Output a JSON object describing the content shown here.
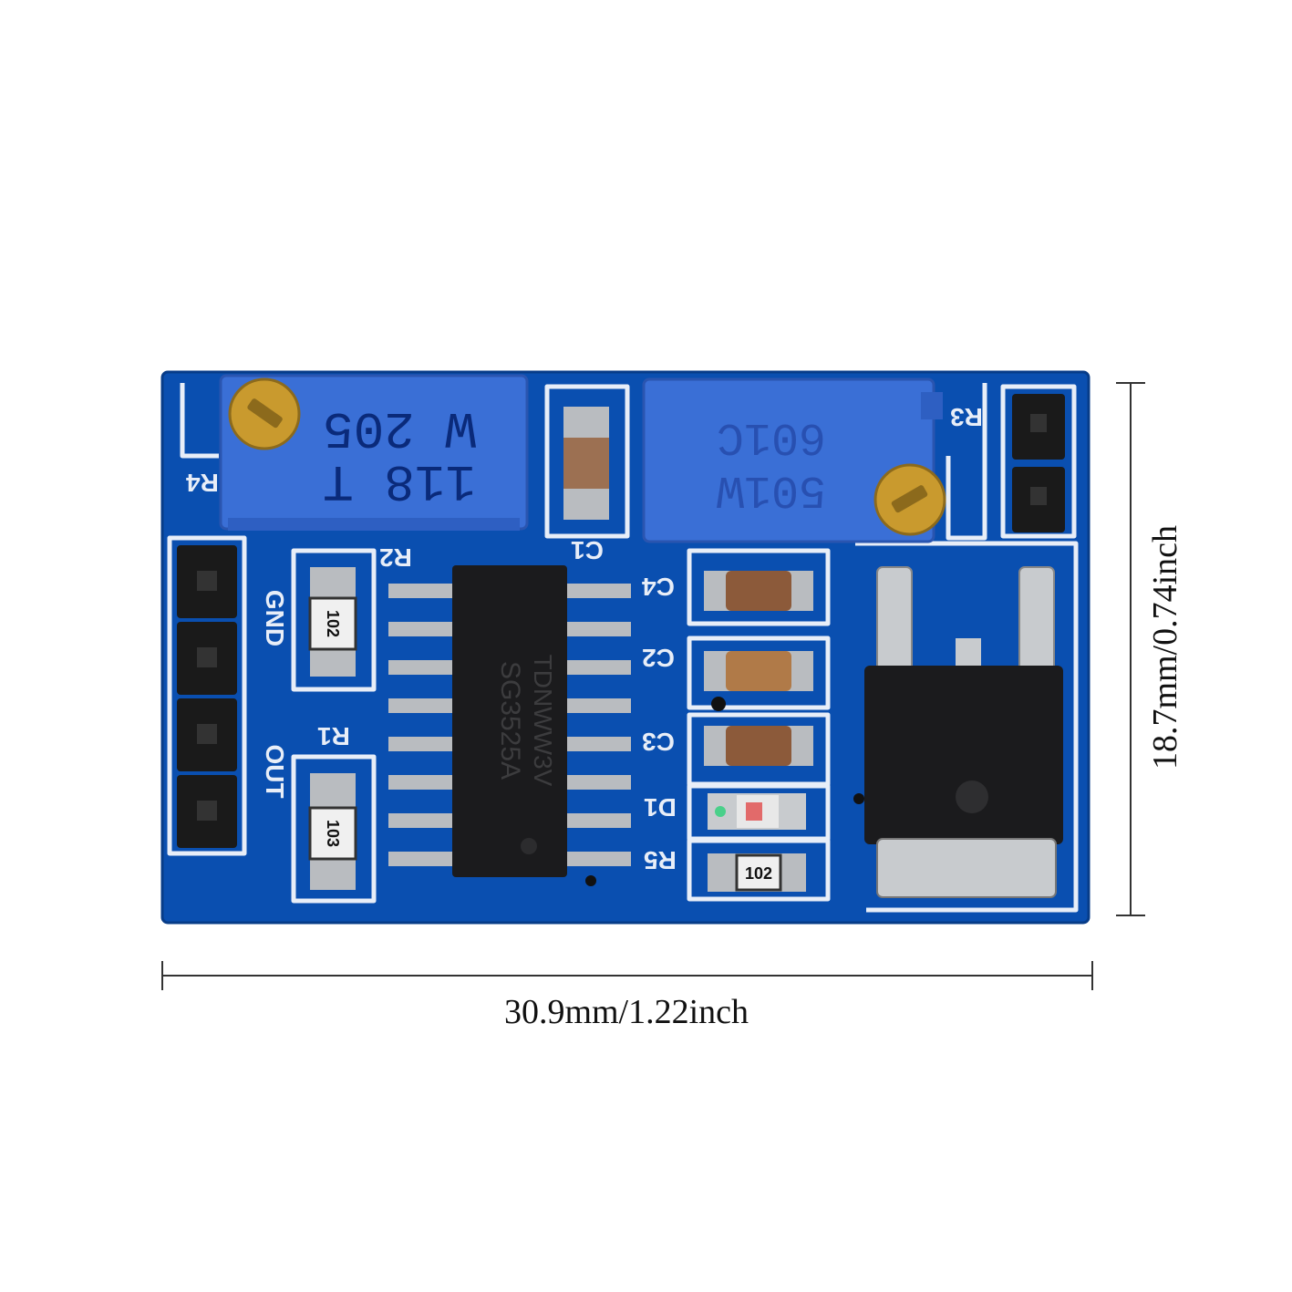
{
  "dimensions": {
    "width_text": "30.9mm/1.22inch",
    "height_text": "18.7mm/0.74inch"
  },
  "board": {
    "pcb_color": "#0a4fb0",
    "pot_color": "#3a6fd6",
    "silkscreen": {
      "r1": "R1",
      "r2": "R2",
      "r3": "R3",
      "r4": "R4",
      "r5": "R5",
      "c1": "C1",
      "c2": "C2",
      "c3": "C3",
      "c4": "C4",
      "d1": "D1",
      "gnd": "GND",
      "out": "OUT"
    },
    "pot_left": {
      "line1": "W 205",
      "line2": "118 T"
    },
    "pot_right": {
      "line1": "601C",
      "line2": "501W"
    },
    "ic_marking": {
      "line1": "SG3525A",
      "line2": "TDNWW3V"
    },
    "resistor_codes": {
      "r1": "103",
      "r2": "102",
      "r5": "102"
    }
  }
}
